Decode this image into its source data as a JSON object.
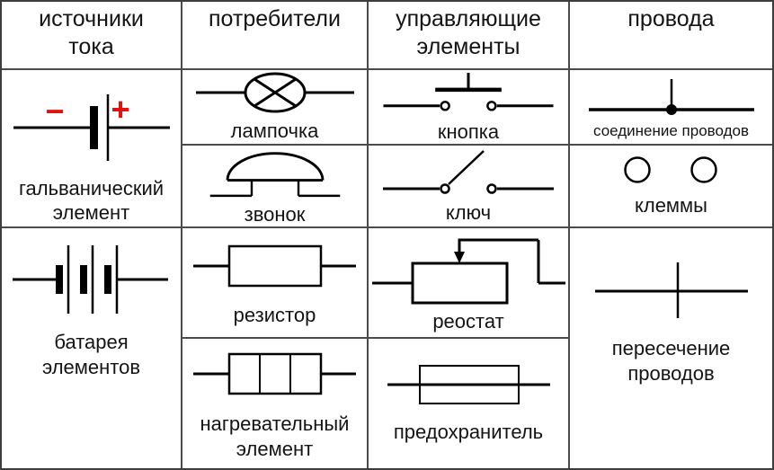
{
  "colors": {
    "background": "#ffffff",
    "line": "#000000",
    "grid_border": "#4b4b4b",
    "accent_red": "#e01212"
  },
  "headers": [
    {
      "id": "sources",
      "lines": [
        "источники",
        "тока"
      ]
    },
    {
      "id": "consumers",
      "lines": [
        "потребители"
      ]
    },
    {
      "id": "control",
      "lines": [
        "управляющие",
        "элементы"
      ]
    },
    {
      "id": "wires",
      "lines": [
        "провода"
      ]
    }
  ],
  "cells": {
    "galvanic_cell": {
      "symbol": "galvanic-cell",
      "lines": [
        "гальванический",
        "элемент"
      ],
      "minus_sign": "−",
      "plus_sign": "+"
    },
    "battery": {
      "symbol": "battery-of-cells",
      "lines": [
        "батарея",
        "элементов"
      ]
    },
    "lamp": {
      "symbol": "lamp",
      "lines": [
        "лампочка"
      ]
    },
    "bell": {
      "symbol": "bell",
      "lines": [
        "звонок"
      ]
    },
    "resistor": {
      "symbol": "resistor",
      "lines": [
        "резистор"
      ]
    },
    "heating_element": {
      "symbol": "heating-element",
      "lines": [
        "нагревательный",
        "элемент"
      ]
    },
    "push_button": {
      "symbol": "push-button",
      "lines": [
        "кнопка"
      ]
    },
    "switch_key": {
      "symbol": "switch-key",
      "lines": [
        "ключ"
      ]
    },
    "rheostat": {
      "symbol": "rheostat",
      "lines": [
        "реостат"
      ]
    },
    "fuse": {
      "symbol": "fuse",
      "lines": [
        "предохранитель"
      ]
    },
    "wire_junction": {
      "symbol": "wire-junction",
      "lines": [
        "соединение проводов"
      ]
    },
    "terminals": {
      "symbol": "terminals",
      "lines": [
        "клеммы"
      ]
    },
    "wire_crossing": {
      "symbol": "wire-crossing",
      "lines": [
        "пересечение",
        "проводов"
      ]
    }
  }
}
